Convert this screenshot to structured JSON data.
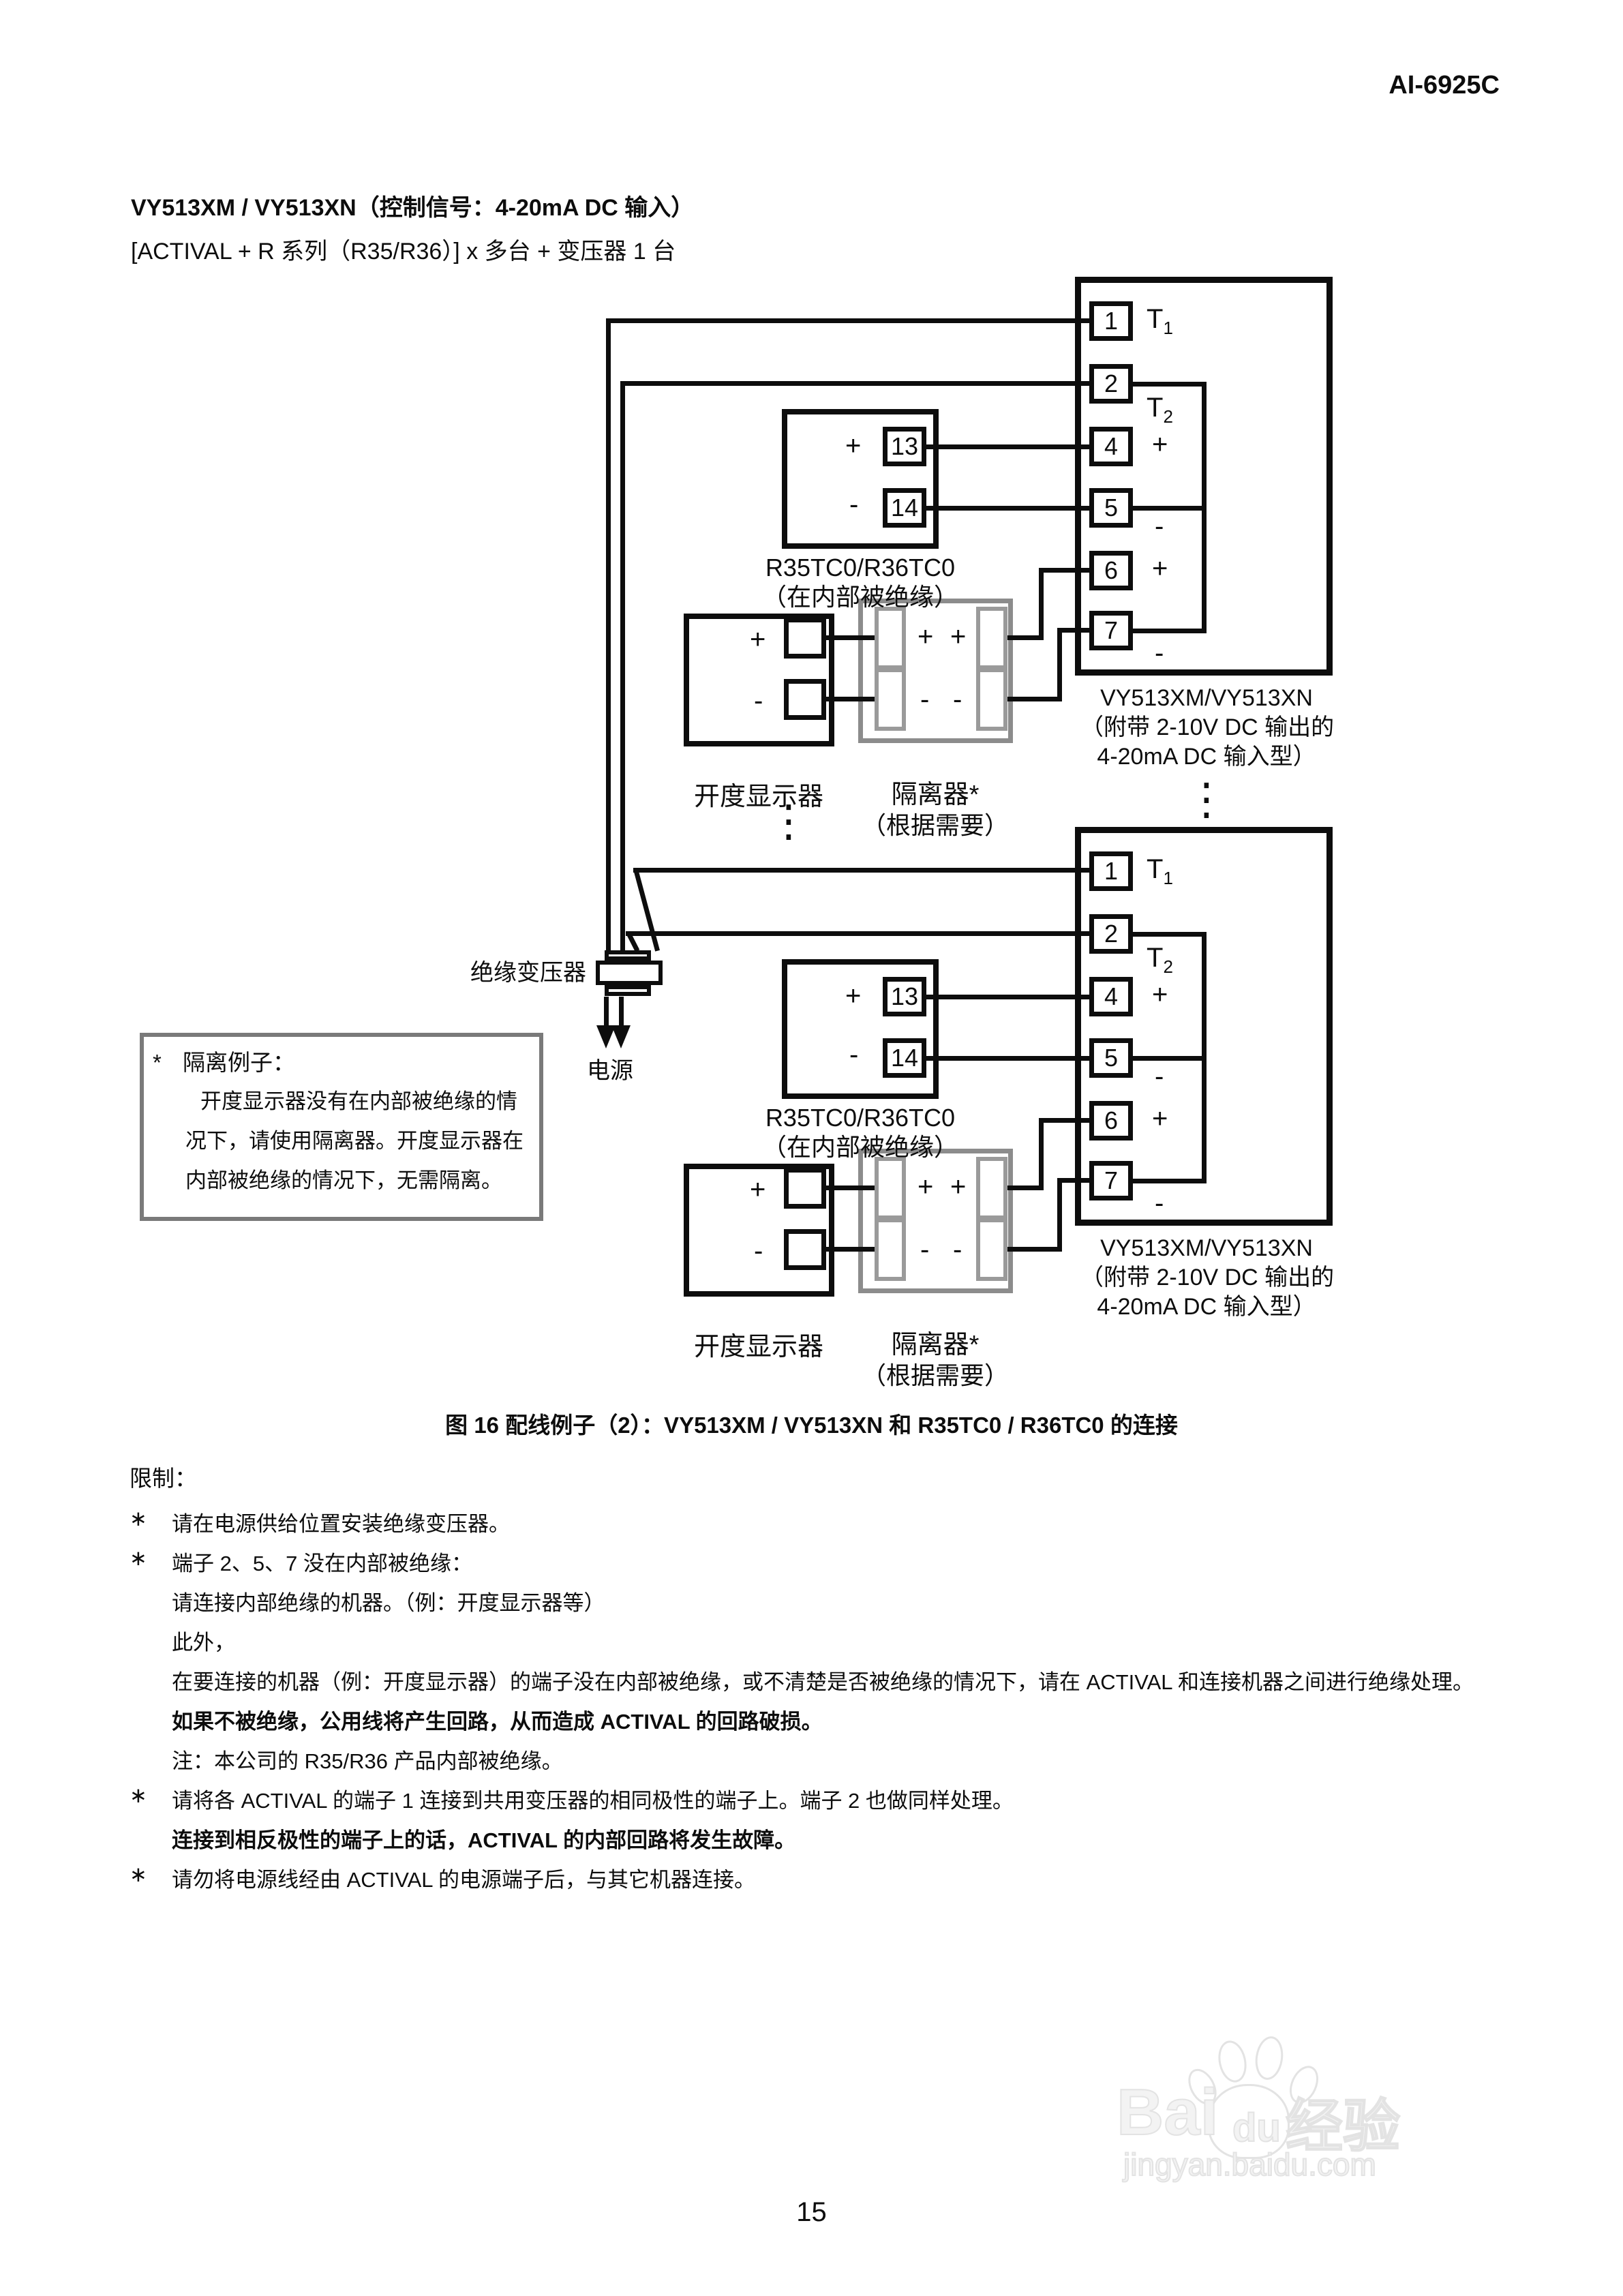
{
  "page": {
    "doc_code": "AI-6925C",
    "page_number": "15"
  },
  "title": {
    "line1": "VY513XM / VY513XN（控制信号：4-20mA DC 输入）",
    "line2": "[ACTIVAL + R 系列（R35/R36）] x 多台 + 变压器 1 台"
  },
  "diagram": {
    "caption": "图 16 配线例子（2）：VY513XM / VY513XN 和 R35TC0 / R36TC0 的连接",
    "transformer_label": "绝缘变压器",
    "power_label": "电源",
    "ellipsis": "⋮",
    "unit": {
      "terminals": [
        "1",
        "2",
        "4",
        "5",
        "6",
        "7"
      ],
      "t1_base": "T",
      "t1_sub": "1",
      "t2_base": "T",
      "t2_sub": "2",
      "plus": "+",
      "minus": "-",
      "r35_name": "R35TC0/R36TC0",
      "r35_sub": "（在内部被绝缘）",
      "t13": "13",
      "t14": "14",
      "display_name": "开度显示器",
      "isolator_name": "隔离器*",
      "isolator_sub": "（根据需要）",
      "label_line1": "VY513XM/VY513XN",
      "label_line2": "（附带 2-10V DC 输出的",
      "label_line3": "4-20mA DC 输入型）"
    }
  },
  "note_box": {
    "star": "*",
    "line1": "隔离例子：",
    "line2": "开度显示器没有在内部被绝缘的情",
    "line3": "况下，请使用隔离器。开度显示器在",
    "line4": "内部被绝缘的情况下，无需隔离。"
  },
  "limitations": {
    "heading": "限制：",
    "items": [
      {
        "bullet": "∗",
        "text": "请在电源供给位置安装绝缘变压器。"
      },
      {
        "bullet": "∗",
        "text": "端子 2、5、7 没在内部被绝缘："
      },
      {
        "bullet": "",
        "text": "请连接内部绝缘的机器。（例：开度显示器等）"
      },
      {
        "bullet": "",
        "text": "此外，"
      },
      {
        "bullet": "",
        "text": "在要连接的机器（例：开度显示器）的端子没在内部被绝缘，或不清楚是否被绝缘的情况下，请在 ACTIVAL 和连接机器之间进行绝缘处理。"
      },
      {
        "bullet": "",
        "text": "如果不被绝缘，公用线将产生回路，从而造成 ACTIVAL 的回路破损。"
      },
      {
        "bullet": "",
        "text": "注：本公司的 R35/R36 产品内部被绝缘。"
      },
      {
        "bullet": "∗",
        "text": "请将各 ACTIVAL 的端子 1 连接到共用变压器的相同极性的端子上。端子 2 也做同样处理。"
      },
      {
        "bullet": "",
        "text": "连接到相反极性的端子上的话，ACTIVAL 的内部回路将发生故障。"
      },
      {
        "bullet": "∗",
        "text": "请勿将电源线经由 ACTIVAL 的电源端子后，与其它机器连接。"
      }
    ]
  },
  "watermark": {
    "bai": "Bai",
    "du": "du",
    "suffix": "经验",
    "url": "jingyan.baidu.com"
  }
}
